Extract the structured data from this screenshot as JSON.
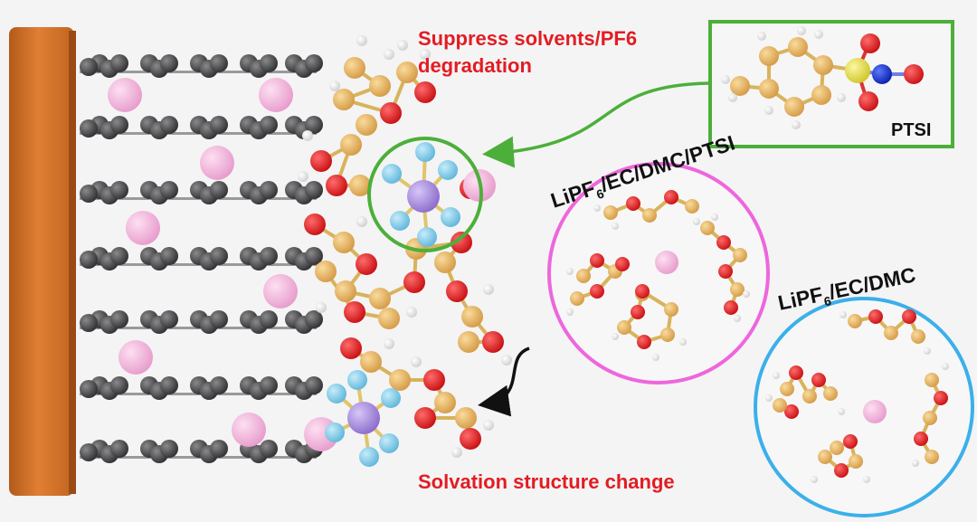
{
  "labels": {
    "suppress_line1": "Suppress solvents/PF6",
    "suppress_line2": "degradation",
    "solvation": "Solvation structure change",
    "ptsi": "PTSI",
    "pink_formula_a": "LiPF",
    "pink_formula_sub": "6",
    "pink_formula_b": "/EC/DMC/PTSI",
    "blue_formula_a": "LiPF",
    "blue_formula_sub": "6",
    "blue_formula_b": "/EC/DMC"
  },
  "colors": {
    "red_text": "#e31c23",
    "electrode": "#d8742a",
    "carbon": "#4a4a4c",
    "lithium": "#f0a8d4",
    "oxygen": "#e02020",
    "carbon_atom": "#e6b463",
    "hydrogen": "#f2f2f2",
    "fluorine": "#7ccbe8",
    "phosphorus": "#a98be0",
    "sulfur": "#e8e040",
    "nitrogen": "#1030d0",
    "green_frame": "#4caf3a",
    "pink_circle": "#ee66dd",
    "blue_circle": "#3bb0ea"
  }
}
